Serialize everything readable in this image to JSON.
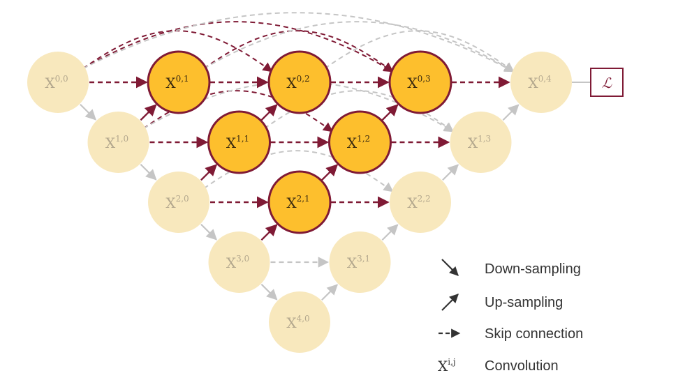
{
  "colors": {
    "inactive_fill": "#f8e8bd",
    "inactive_text": "#b3a78d",
    "active_fill": "#fdbf2d",
    "active_stroke": "#7f1a35",
    "active_text": "#3a2a10",
    "gray_edge": "#c5c5c5",
    "red_edge": "#7f1a35",
    "legend_ink": "#333333"
  },
  "nodes": [
    {
      "id": "x00",
      "base": "X",
      "sup": "0,0",
      "active": false
    },
    {
      "id": "x10",
      "base": "X",
      "sup": "1,0",
      "active": false
    },
    {
      "id": "x20",
      "base": "X",
      "sup": "2,0",
      "active": false
    },
    {
      "id": "x30",
      "base": "X",
      "sup": "3,0",
      "active": false
    },
    {
      "id": "x40",
      "base": "X",
      "sup": "4,0",
      "active": false
    },
    {
      "id": "x01",
      "base": "X",
      "sup": "0,1",
      "active": true
    },
    {
      "id": "x11",
      "base": "X",
      "sup": "1,1",
      "active": true
    },
    {
      "id": "x21",
      "base": "X",
      "sup": "2,1",
      "active": true
    },
    {
      "id": "x31",
      "base": "X",
      "sup": "3,1",
      "active": false
    },
    {
      "id": "x02",
      "base": "X",
      "sup": "0,2",
      "active": true
    },
    {
      "id": "x12",
      "base": "X",
      "sup": "1,2",
      "active": true
    },
    {
      "id": "x22",
      "base": "X",
      "sup": "2,2",
      "active": false
    },
    {
      "id": "x03",
      "base": "X",
      "sup": "0,3",
      "active": true
    },
    {
      "id": "x13",
      "base": "X",
      "sup": "1,3",
      "active": false
    },
    {
      "id": "x04",
      "base": "X",
      "sup": "0,4",
      "active": false
    }
  ],
  "loss": {
    "symbol": "ℒ"
  },
  "edges": [
    {
      "from": "x00",
      "to": "x10",
      "type": "down",
      "style": "gray"
    },
    {
      "from": "x10",
      "to": "x20",
      "type": "down",
      "style": "gray"
    },
    {
      "from": "x20",
      "to": "x30",
      "type": "down",
      "style": "gray"
    },
    {
      "from": "x30",
      "to": "x40",
      "type": "down",
      "style": "gray"
    },
    {
      "from": "x10",
      "to": "x01",
      "type": "up",
      "style": "red"
    },
    {
      "from": "x20",
      "to": "x11",
      "type": "up",
      "style": "red"
    },
    {
      "from": "x30",
      "to": "x21",
      "type": "up",
      "style": "red"
    },
    {
      "from": "x40",
      "to": "x31",
      "type": "up",
      "style": "gray"
    },
    {
      "from": "x11",
      "to": "x02",
      "type": "up",
      "style": "red"
    },
    {
      "from": "x21",
      "to": "x12",
      "type": "up",
      "style": "red"
    },
    {
      "from": "x31",
      "to": "x22",
      "type": "up",
      "style": "gray"
    },
    {
      "from": "x12",
      "to": "x03",
      "type": "up",
      "style": "red"
    },
    {
      "from": "x22",
      "to": "x13",
      "type": "up",
      "style": "gray"
    },
    {
      "from": "x13",
      "to": "x04",
      "type": "up",
      "style": "gray"
    },
    {
      "from": "x00",
      "to": "x01",
      "type": "skip",
      "style": "red"
    },
    {
      "from": "x01",
      "to": "x02",
      "type": "skip",
      "style": "red"
    },
    {
      "from": "x02",
      "to": "x03",
      "type": "skip",
      "style": "red"
    },
    {
      "from": "x03",
      "to": "x04",
      "type": "skip",
      "style": "red"
    },
    {
      "from": "x10",
      "to": "x11",
      "type": "skip",
      "style": "red"
    },
    {
      "from": "x11",
      "to": "x12",
      "type": "skip",
      "style": "red"
    },
    {
      "from": "x12",
      "to": "x13",
      "type": "skip",
      "style": "red"
    },
    {
      "from": "x20",
      "to": "x21",
      "type": "skip",
      "style": "red"
    },
    {
      "from": "x21",
      "to": "x22",
      "type": "skip",
      "style": "red"
    },
    {
      "from": "x30",
      "to": "x31",
      "type": "skip",
      "style": "gray"
    },
    {
      "from": "x00",
      "to": "x02",
      "type": "dense",
      "style": "red"
    },
    {
      "from": "x00",
      "to": "x03",
      "type": "dense",
      "style": "red"
    },
    {
      "from": "x00",
      "to": "x04",
      "type": "dense",
      "style": "gray"
    },
    {
      "from": "x01",
      "to": "x03",
      "type": "dense",
      "style": "red"
    },
    {
      "from": "x01",
      "to": "x04",
      "type": "dense",
      "style": "gray"
    },
    {
      "from": "x02",
      "to": "x04",
      "type": "dense",
      "style": "gray"
    },
    {
      "from": "x10",
      "to": "x12",
      "type": "dense",
      "style": "red"
    },
    {
      "from": "x10",
      "to": "x13",
      "type": "dense",
      "style": "gray"
    },
    {
      "from": "x11",
      "to": "x13",
      "type": "dense",
      "style": "gray"
    },
    {
      "from": "x20",
      "to": "x22",
      "type": "dense",
      "style": "gray"
    },
    {
      "from": "x04",
      "to": "loss",
      "type": "output",
      "style": "gray"
    }
  ],
  "legend": [
    {
      "icon": "down-arrow-icon",
      "label": "Down-sampling"
    },
    {
      "icon": "up-arrow-icon",
      "label": "Up-sampling"
    },
    {
      "icon": "dashed-arrow-icon",
      "label": "Skip connection"
    },
    {
      "icon": "node-symbol",
      "symbol": "X",
      "symbol_sup": "i,j",
      "label": "Convolution"
    }
  ]
}
